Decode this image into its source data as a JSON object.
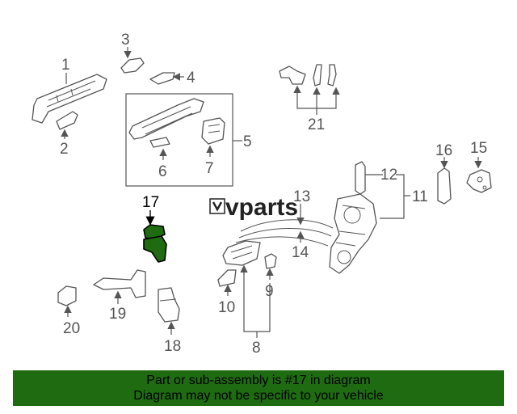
{
  "callouts": {
    "c1": "1",
    "c2": "2",
    "c3": "3",
    "c4": "4",
    "c5": "5",
    "c6": "6",
    "c7": "7",
    "c8": "8",
    "c9": "9",
    "c10": "10",
    "c11": "11",
    "c12": "12",
    "c13": "13",
    "c14": "14",
    "c15": "15",
    "c16": "16",
    "c17": "17",
    "c18": "18",
    "c19": "19",
    "c20": "20",
    "c21": "21"
  },
  "watermark": {
    "logo_text": "vparts"
  },
  "highlight": {
    "part_number": "17",
    "color": "#1f6b12"
  },
  "banner": {
    "line1": "Part or sub-assembly is #17 in diagram",
    "line2": "Diagram may not be specific to your vehicle",
    "color": "#1f6b12"
  }
}
